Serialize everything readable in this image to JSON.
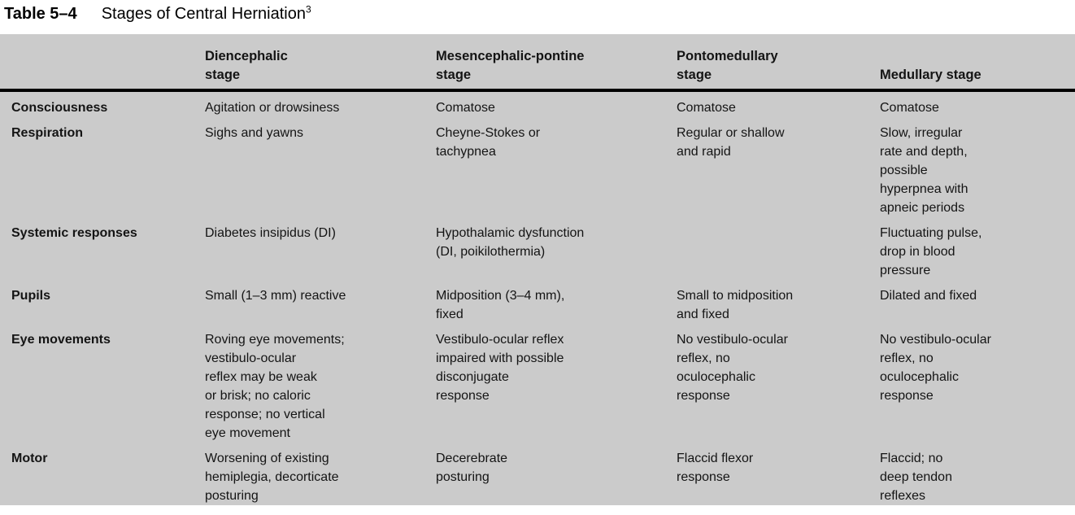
{
  "title": {
    "number": "Table 5–4",
    "text": "Stages of Central Herniation",
    "superscript": "3"
  },
  "colors": {
    "table_background": "#cbcbcb",
    "text": "#141414",
    "header_rule": "#000000",
    "page_background": "#ffffff"
  },
  "table": {
    "columns": [
      "",
      "Diencephalic\nstage",
      "Mesencephalic-pontine\nstage",
      "Pontomedullary\nstage",
      "Medullary stage"
    ],
    "rows": [
      {
        "label": "Consciousness",
        "cells": [
          "Agitation or drowsiness",
          "Comatose",
          "Comatose",
          "Comatose"
        ]
      },
      {
        "label": "Respiration",
        "cells": [
          "Sighs and yawns",
          "Cheyne-Stokes or\ntachypnea",
          "Regular or shallow\nand rapid",
          "Slow, irregular\nrate and depth,\npossible\nhyperpnea with\napneic periods"
        ]
      },
      {
        "label": "Systemic responses",
        "cells": [
          "Diabetes insipidus (DI)",
          "Hypothalamic dysfunction\n(DI, poikilothermia)",
          "",
          "Fluctuating pulse,\ndrop in blood\npressure"
        ]
      },
      {
        "label": "Pupils",
        "cells": [
          "Small (1–3 mm) reactive",
          "Midposition (3–4 mm),\nfixed",
          "Small to midposition\nand fixed",
          "Dilated and fixed"
        ]
      },
      {
        "label": "Eye movements",
        "cells": [
          "Roving eye movements;\nvestibulo-ocular\nreflex may be weak\nor brisk; no caloric\nresponse; no vertical\neye movement",
          "Vestibulo-ocular reflex\nimpaired with possible\ndisconjugate\nresponse",
          "No vestibulo-ocular\nreflex, no\noculocephalic\nresponse",
          "No vestibulo-ocular\nreflex, no\noculocephalic\nresponse"
        ]
      },
      {
        "label": "Motor",
        "cells": [
          "Worsening of existing\nhemiplegia, decorticate\nposturing",
          "Decerebrate\nposturing",
          "Flaccid flexor\nresponse",
          "Flaccid; no\ndeep tendon\nreflexes"
        ]
      }
    ]
  }
}
